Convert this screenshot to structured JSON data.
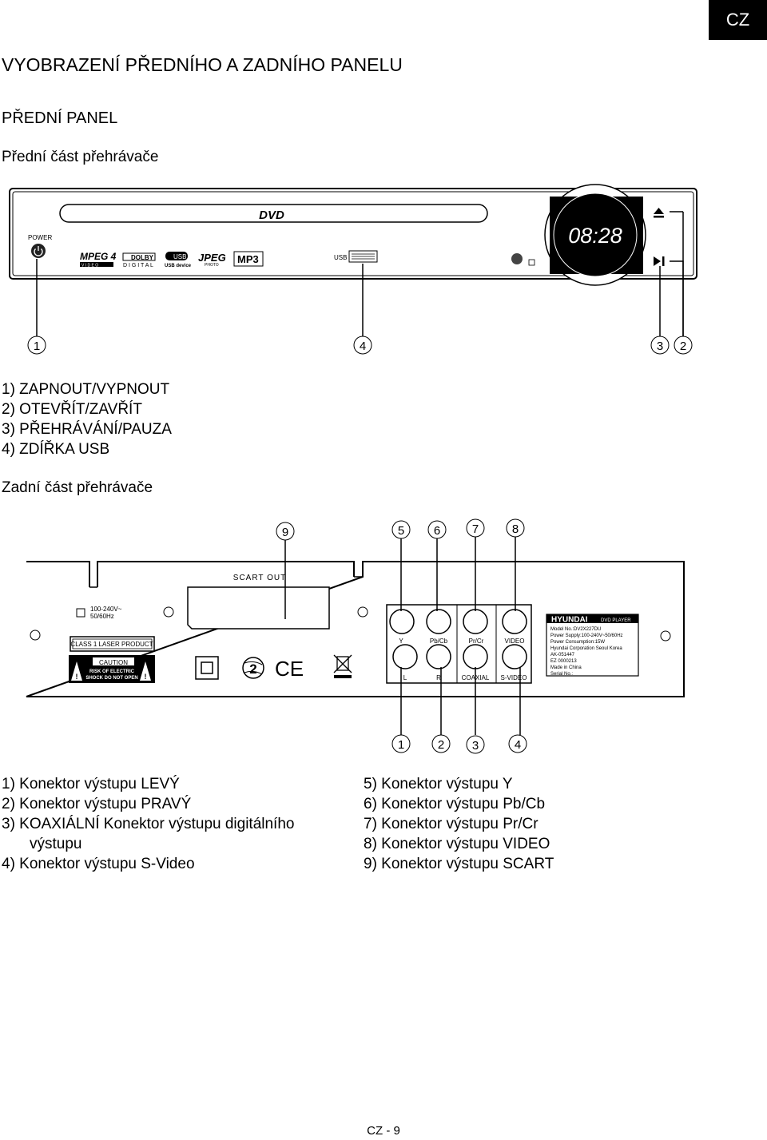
{
  "lang": "CZ",
  "title": "VYOBRAZENÍ PŘEDNÍHO A ZADNÍHO PANELU",
  "front_section": "PŘEDNÍ PANEL",
  "front_subtitle": "Přední část přehrávače",
  "front_panel": {
    "power_label": "POWER",
    "usb_label": "USB",
    "dvd_logo": "DVD",
    "display": "08:28",
    "mpeg4": "MPEG 4",
    "mpeg4_sub": "V I D E O",
    "dolby": "DOLBY",
    "dolby_sub": "D I G I T A L",
    "usb_badge": "USB",
    "usb_device": "USB device",
    "jpeg": "JPEG",
    "jpeg_sub": "PHOTO",
    "mp3": "MP3",
    "callouts": [
      "1",
      "4",
      "3",
      "2"
    ]
  },
  "front_items": [
    "1)  ZAPNOUT/VYPNOUT",
    "2)  OTEVŘÍT/ZAVŘÍT",
    "3)  PŘEHRÁVÁNÍ/PAUZA",
    "4)  ZDÍŘKA USB"
  ],
  "rear_subtitle": "Zadní část přehrávače",
  "rear_panel": {
    "top_callouts": [
      "9",
      "5",
      "6",
      "7",
      "8"
    ],
    "bottom_callouts": [
      "1",
      "2",
      "3",
      "4"
    ],
    "scart_out": "SCART  OUT",
    "voltage1": "100-240V~",
    "voltage2": "50/60Hz",
    "laser": "CLASS  1 LASER  PRODUCT",
    "caution": "CAUTION",
    "caution_line1": "RISK OF ELECTRIC",
    "caution_line2": "SHOCK DO NOT OPEN",
    "region": "2",
    "ce": "CE",
    "jack_y": "Y",
    "jack_pb": "Pb/Cb",
    "jack_pr": "Pr/Cr",
    "jack_video": "VIDEO",
    "jack_l": "L",
    "jack_r": "R",
    "jack_coaxial": "COAXIAL",
    "jack_svideo": "S-VIDEO",
    "brand": "HYUNDAI",
    "brand_sub": "DVD PLAYER",
    "label_lines": [
      "Model No.:DV2X227DU",
      "Power Supply:100-240V~50/60Hz",
      "Power Consumption:15W",
      "Hyundai Corporation Seoul Korea",
      "AK-051447",
      "EZ 0000213",
      "Made in China",
      "Serial No.:"
    ]
  },
  "rear_items_left": [
    "1)  Konektor výstupu LEVÝ",
    "2)  Konektor výstupu PRAVÝ",
    "3)  KOAXIÁLNÍ Konektor výstupu digitálního",
    "výstupu",
    "4)  Konektor výstupu S-Video"
  ],
  "rear_items_right": [
    "5)  Konektor výstupu Y",
    "6)  Konektor výstupu Pb/Cb",
    "7)  Konektor výstupu Pr/Cr",
    "8)  Konektor výstupu VIDEO",
    "9)  Konektor výstupu SCART"
  ],
  "footer": "CZ - 9"
}
